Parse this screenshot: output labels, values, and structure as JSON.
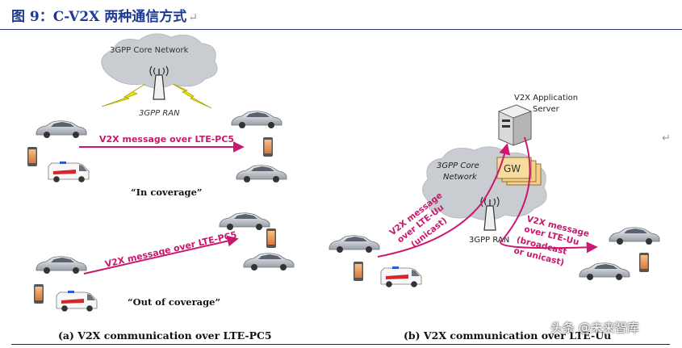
{
  "title": {
    "text": "图 9：C-V2X 两种通信方式",
    "return_mark": "↵"
  },
  "left_panel": {
    "cloud_label": "3GPP Core Network",
    "ran_label": "3GPP RAN",
    "in_coverage_arrow_label": "V2X message over LTE-PC5",
    "in_coverage_label": "“In coverage”",
    "out_coverage_arrow_label": "V2X message over LTE-PC5",
    "out_coverage_label": "“Out of coverage”",
    "caption": "(a) V2X communication over LTE-PC5"
  },
  "right_panel": {
    "server_label_line1": "V2X Application",
    "server_label_line2": "Server",
    "cloud_label_line1": "3GPP Core",
    "cloud_label_line2": "Network",
    "gw_label": "GW",
    "ran_label": "3GPP RAN",
    "uplink_label_line1": "V2X message",
    "uplink_label_line2": "over LTE-Uu",
    "uplink_label_line3": "(unicast)",
    "downlink_label_line1": "V2X message",
    "downlink_label_line2": "over LTE-Uu",
    "downlink_label_line3": "(broadcast",
    "downlink_label_line4": "or unicast)",
    "caption": "(b) V2X communication over LTE-Uu",
    "return_mark": "↵"
  },
  "watermark": "头条 @未来智库",
  "colors": {
    "title": "#1f3a93",
    "arrow": "#c8196e",
    "cloud": "#c9ccd1",
    "lightning": "#f2e600"
  }
}
